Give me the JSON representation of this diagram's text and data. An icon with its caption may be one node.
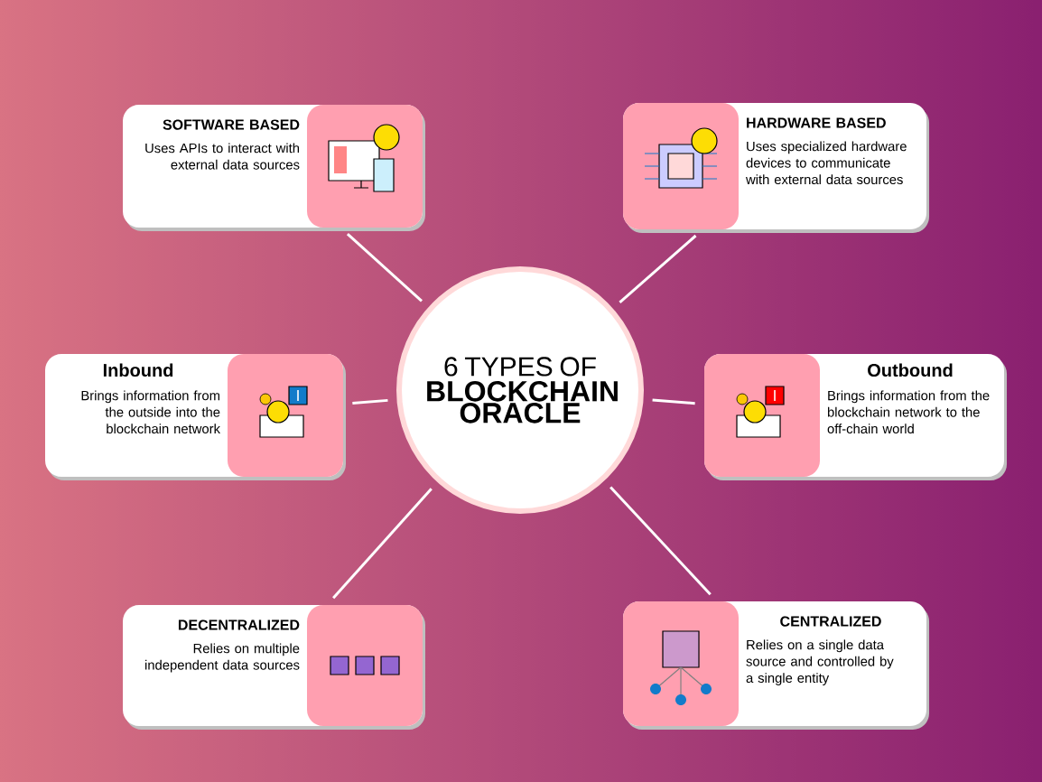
{
  "diagram": {
    "nodes": [
      {
        "text": [
          "6 TYPES OF",
          "BLOCKCHAIN ORACLE"
        ]
      },
      {
        "text": [
          "SOFTWARE BASED",
          "Uses APIs to interact with external data sources"
        ]
      },
      {
        "text": [
          "HARDWARE BASED",
          "Uses specialized hardware devices to communicate with external data sources"
        ]
      },
      {
        "text": [
          "Inbound",
          "Brings information from the outside into the blockchain network"
        ]
      },
      {
        "text": [
          "Outbound",
          "Brings information from the blockchain network to the off-chain world"
        ]
      },
      {
        "text": [
          "DECENTRALIZED",
          "Relies on multiple independent data sources"
        ]
      },
      {
        "text": [
          "CENTRALIZED",
          "Relies on a single data source and controlled by a single entity"
        ]
      }
    ],
    "edges": [
      {
        "from": 0,
        "to": 1,
        "arrow": "none"
      },
      {
        "from": 0,
        "to": 2,
        "arrow": "none"
      },
      {
        "from": 0,
        "to": 3,
        "arrow": "none"
      },
      {
        "from": 0,
        "to": 4,
        "arrow": "none"
      },
      {
        "from": 0,
        "to": 5,
        "arrow": "none"
      },
      {
        "from": 0,
        "to": 6,
        "arrow": "none"
      }
    ]
  }
}
